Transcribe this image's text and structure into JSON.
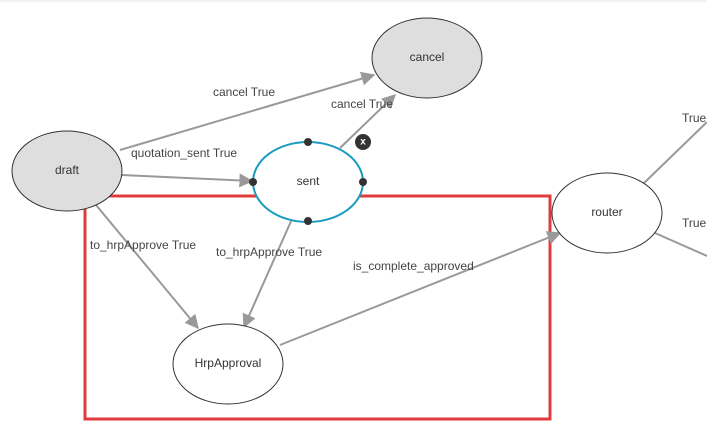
{
  "colors": {
    "node_fill_default": "#ffffff",
    "node_fill_grey": "#dedede",
    "node_stroke": "#333333",
    "selected_stroke": "#1a9bbf",
    "edge": "#999999",
    "highlight": "#e03c3c"
  },
  "nodes": {
    "draft": "draft",
    "cancel": "cancel",
    "sent": "sent",
    "router": "router",
    "hrpapproval": "HrpApproval"
  },
  "edges": {
    "draft_cancel": "cancel True",
    "draft_sent": "quotation_sent True",
    "sent_cancel": "cancel True",
    "draft_hrpapproval": "to_hrpApprove True",
    "sent_hrpapproval": "to_hrpApprove True",
    "hrpapproval_router": "is_complete_approved",
    "router_out_1": "True",
    "router_out_2": "True"
  },
  "selection": {
    "remove_glyph": "x"
  }
}
